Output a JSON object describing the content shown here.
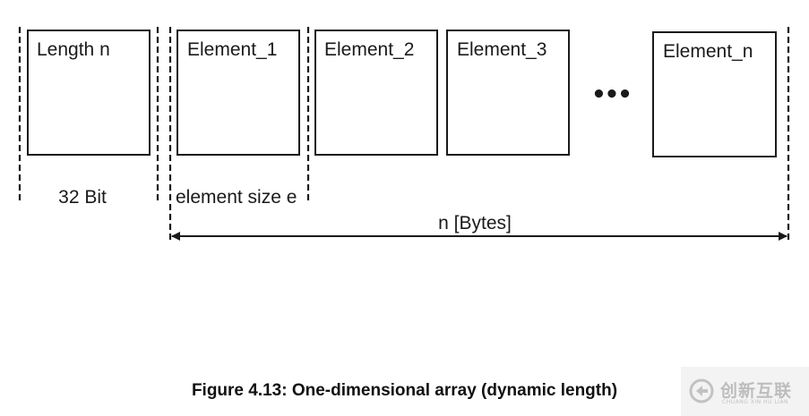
{
  "diagram": {
    "length_box": "Length n",
    "elements": [
      "Element_1",
      "Element_2",
      "Element_3",
      "Element_n"
    ],
    "ellipsis": "•••",
    "length_size_label": "32 Bit",
    "element_size_label": "element size e",
    "total_size_label": "n [Bytes]"
  },
  "caption": "Figure 4.13: One-dimensional array (dynamic length)",
  "watermark": {
    "text": "创新互联",
    "subtext": "CHUANG XIN HU LIAN"
  }
}
